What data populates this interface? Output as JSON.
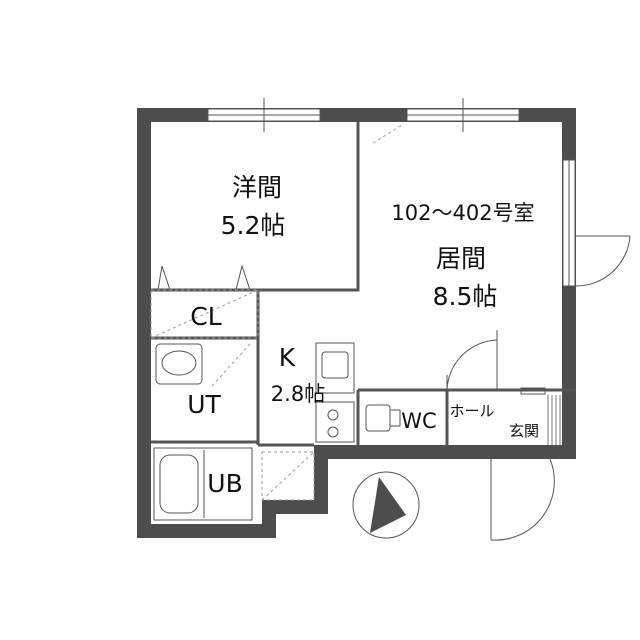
{
  "rooms": {
    "western": {
      "name": "洋間",
      "size": "5.2帖"
    },
    "living": {
      "name": "居間",
      "size": "8.5帖"
    },
    "kitchen": {
      "name": "K",
      "size": "2.8帖"
    },
    "closet": {
      "name": "CL"
    },
    "utility": {
      "name": "UT"
    },
    "bath": {
      "name": "UB"
    },
    "toilet": {
      "name": "WC"
    },
    "hall": {
      "name": "ホール"
    },
    "entrance": {
      "name": "玄関"
    }
  },
  "unit_numbers": "102～402号室",
  "colors": {
    "wall": "#4d4d4d",
    "line": "#555555",
    "dash": "#9a9a9a"
  },
  "icons": [
    "north-arrow-icon",
    "sink-icon",
    "stove-icon",
    "toilet-icon",
    "bathtub-icon",
    "basin-icon"
  ]
}
